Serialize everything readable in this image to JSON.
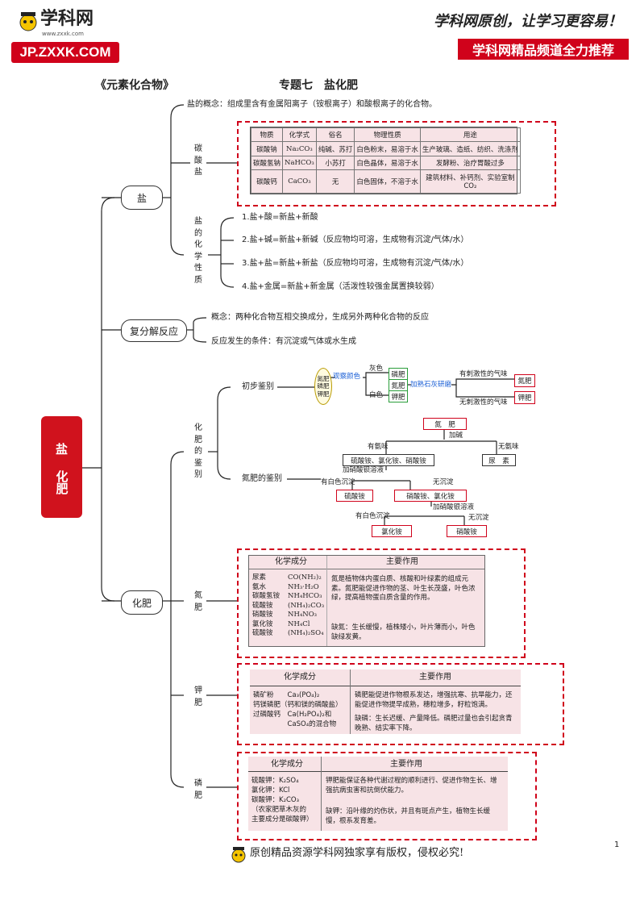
{
  "header": {
    "logo_name": "学科网",
    "logo_url": "www.zxxk.com",
    "site": "JP.ZXXK.COM",
    "slogan": "学科网原创，让学习更容易！",
    "banner": "学科网精品频道全力推荐"
  },
  "title": {
    "left": "《元素化合物》",
    "center": "专题七　盐化肥"
  },
  "root": {
    "label1": "盐",
    "label2": "化肥"
  },
  "salt": {
    "node": "盐",
    "concept": "盐的概念：组成里含有金属阳离子（铵根离子）和酸根离子的化合物。",
    "carbonate_label": "碳酸盐",
    "table_headers": [
      "物质",
      "化学式",
      "俗名",
      "物理性质",
      "用途"
    ],
    "table_rows": [
      [
        "碳酸钠",
        "Na₂CO₃",
        "纯碱、苏打",
        "白色粉末，易溶于水",
        "生产玻璃、造纸、纺织、洗涤剂"
      ],
      [
        "碳酸氢钠",
        "NaHCO₃",
        "小苏打",
        "白色晶体，易溶于水",
        "发酵粉、治疗胃酸过多"
      ],
      [
        "碳酸钙",
        "CaCO₃",
        "无",
        "白色固体，不溶于水",
        "建筑材料、补钙剂、实验室制CO₂"
      ]
    ],
    "chem_label": "盐的化学性质",
    "properties": [
      "1.盐+酸=新盐+新酸",
      "2.盐+碱=新盐+新碱（反应物均可溶，生成物有沉淀/气体/水）",
      "3.盐+盐=新盐+新盐（反应物均可溶，生成物有沉淀/气体/水）",
      "4.盐+金属=新盐+新金属（活泼性较强金属置换较弱）"
    ]
  },
  "double": {
    "node": "复分解反应",
    "concept": "概念：两种化合物互相交换成分，生成另外两种化合物的反应",
    "condition": "反应发生的条件：有沉淀或气体或水生成"
  },
  "fert": {
    "node": "化肥",
    "identify_label": "化肥的鉴别",
    "initial": "初步鉴别",
    "group": [
      "氮肥",
      "磷肥",
      "钾肥"
    ],
    "observe": "观察颜色",
    "gray": "灰色",
    "white": "白色",
    "p_fert": "磷肥",
    "n_fert": "氮肥",
    "k_fert": "钾肥",
    "lime": "加熟石灰研磨",
    "pungent": "有刺激性的气味",
    "odorless": "无刺激性的气味",
    "n_result": "氮肥",
    "k_result": "钾肥",
    "n_identify": "氮肥的鉴别",
    "tree": {
      "root": "氮　肥",
      "alkali": "加碱",
      "ammonia": "有氨味",
      "no_ammonia": "无氨味",
      "ammonium_group": "硫酸铵、氯化铵、硝酸铵",
      "urea": "尿　素",
      "barium": "加硝酸钡溶液",
      "white_ppt": "有白色沉淀",
      "no_ppt": "无沉淀",
      "ammonium_sulfate": "硫酸铵",
      "nitrate_chloride": "硝酸铵、氯化铵",
      "silver": "加硝酸银溶液",
      "white_ppt2": "有白色沉淀",
      "no_ppt2": "无沉淀",
      "ammonium_chloride": "氯化铵",
      "ammonium_nitrate": "硝酸铵"
    },
    "nitrogen": {
      "label": "氮肥",
      "col1": "化学成分",
      "col2": "主要作用",
      "names": [
        "尿素",
        "氨水",
        "碳酸氢铵",
        "硫酸铵",
        "硝酸铵",
        "氯化铵",
        "硫酸铵"
      ],
      "formulas": [
        "CO(NH₂)₂",
        "NH₃·H₂O",
        "NH₄HCO₃",
        "(NH₄)₂CO₃",
        "NH₄NO₃",
        "NH₄Cl",
        "(NH₄)₂SO₄"
      ],
      "effect": "氮是植物体内蛋白质、核酸和叶绿素的组成元素。氮肥能促进作物的茎、叶生长茂盛，叶色浓绿，提高植物蛋白质含量的作用。",
      "lack": "缺氮：生长缓慢，植株矮小，叶片薄而小，叶色缺绿发黄。"
    },
    "phosphorus": {
      "label": "钾肥",
      "col1": "化学成分",
      "col2": "主要作用",
      "lines": [
        "磷矿粉　　Ca₃(PO₄)₂",
        "钙镁磷肥（钙和镁的磷酸盐）",
        "过磷酸钙　Ca(H₂PO₄)₂和",
        "　　　　　CaSO₄的混合物"
      ],
      "effect": "磷肥能促进作物根系发达，增强抗寒、抗旱能力，还能促进作物提早成熟，穗粒增多，籽粒饱满。",
      "lack": "缺磷：生长迟缓、产量降低。磷肥过量也会引起贪青晚熟、结实率下降。"
    },
    "potassium": {
      "label": "磷肥",
      "col1": "化学成分",
      "col2": "主要作用",
      "lines": [
        "硫酸钾：K₂SO₄",
        "氯化钾：KCl",
        "碳酸钾：K₂CO₃",
        "（农家肥草木灰的",
        "主要成分是碳酸钾）"
      ],
      "effect": "钾肥能保证各种代谢过程的顺利进行、促进作物生长、增强抗病虫害和抗倒伏能力。",
      "lack": "缺钾：沿叶缘的灼伤状，并且有斑点产生，植物生长缓慢，根系发育差。"
    }
  },
  "footer": {
    "text": "原创精品资源学科网独家享有版权，侵权必究!",
    "page": "1"
  },
  "colors": {
    "red": "#d0021b",
    "pink": "#f7e3e6",
    "green": "#2a9d3a",
    "blue": "#1a5fd6"
  }
}
